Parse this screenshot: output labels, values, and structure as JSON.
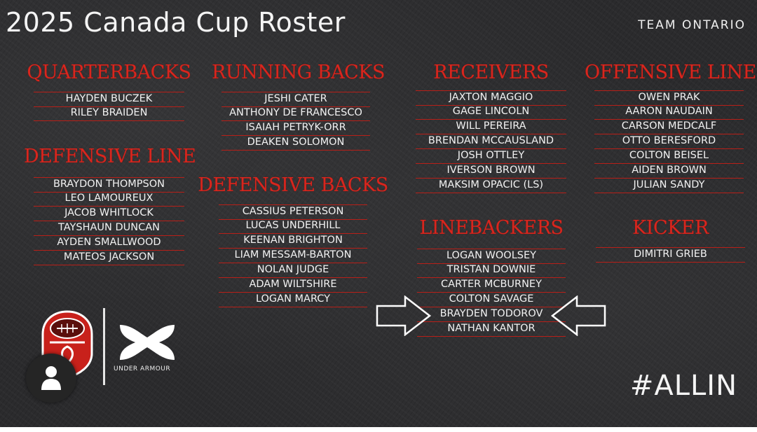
{
  "title": "2025 Canada Cup Roster",
  "team": "TEAM ONTARIO",
  "hashtag": "#ALLIN",
  "logo_text": "UNDER ARMOUR",
  "colors": {
    "heading": "#d8261e",
    "line": "#b91f18",
    "background": "#2b2b2d",
    "text": "#f2f2f2"
  },
  "sections": {
    "quarterbacks": {
      "heading": "QUARTERBACKS",
      "players": [
        "HAYDEN BUCZEK",
        "RILEY BRAIDEN"
      ]
    },
    "running_backs": {
      "heading": "RUNNING BACKS",
      "players": [
        "JESHI CATER",
        "ANTHONY DE FRANCESCO",
        "ISAIAH PETRYK-ORR",
        "DEAKEN SOLOMON"
      ]
    },
    "receivers": {
      "heading": "RECEIVERS",
      "players": [
        "JAXTON MAGGIO",
        "GAGE LINCOLN",
        "WILL PEREIRA",
        "BRENDAN MCCAUSLAND",
        "JOSH OTTLEY",
        "IVERSON BROWN",
        "MAKSIM OPACIC (LS)"
      ]
    },
    "offensive_line": {
      "heading": "OFFENSIVE LINE",
      "players": [
        "OWEN PRAK",
        "AARON NAUDAIN",
        "CARSON MEDCALF",
        "OTTO BERESFORD",
        "COLTON BEISEL",
        "AIDEN BROWN",
        "JULIAN SANDY"
      ]
    },
    "defensive_line": {
      "heading": "DEFENSIVE LINE",
      "players": [
        "BRAYDON THOMPSON",
        "LEO LAMOUREUX",
        "JACOB WHITLOCK",
        "TAYSHAUN DUNCAN",
        "AYDEN SMALLWOOD",
        "MATEOS JACKSON"
      ]
    },
    "defensive_backs": {
      "heading": "DEFENSIVE BACKS",
      "players": [
        "CASSIUS PETERSON",
        "LUCAS UNDERHILL",
        "KEENAN BRIGHTON",
        "LIAM MESSAM-BARTON",
        "NOLAN JUDGE",
        "ADAM WILTSHIRE",
        "LOGAN MARCY"
      ]
    },
    "linebackers": {
      "heading": "LINEBACKERS",
      "players": [
        "LOGAN WOOLSEY",
        "TRISTAN DOWNIE",
        "CARTER MCBURNEY",
        "COLTON SAVAGE",
        "BRAYDEN TODOROV",
        "NATHAN KANTOR"
      ]
    },
    "kicker": {
      "heading": "KICKER",
      "players": [
        "DIMITRI GRIEB"
      ]
    }
  }
}
